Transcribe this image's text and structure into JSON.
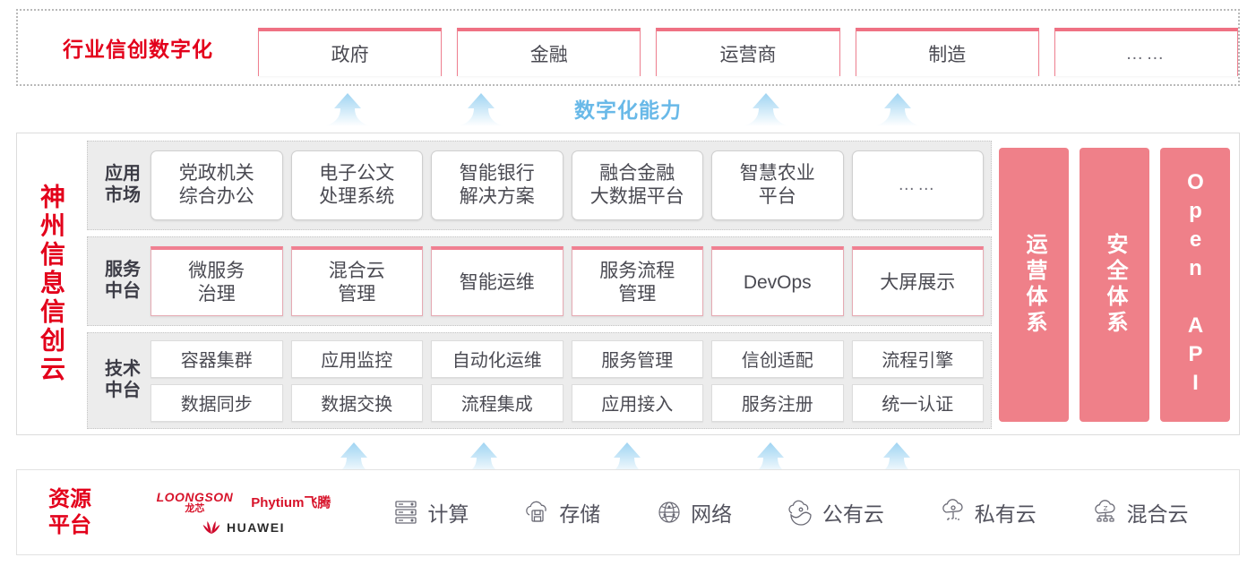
{
  "industry": {
    "title": "行业信创数字化",
    "cards": [
      {
        "label": "政府"
      },
      {
        "label": "金融"
      },
      {
        "label": "运营商"
      },
      {
        "label": "制造"
      },
      {
        "label": "……"
      }
    ]
  },
  "capability": {
    "label": "数字化能力",
    "color": "#69b9e8",
    "arrow_count_top": 4,
    "arrow_count_bottom": 5
  },
  "cloud": {
    "brand": "神州信息信创云",
    "brand_color": "#e3001b",
    "bands": [
      {
        "name": "app-market",
        "label": "应用\n市场",
        "label_line1": "应用",
        "label_line2": "市场",
        "cards": [
          {
            "line1": "党政机关",
            "line2": "综合办公"
          },
          {
            "line1": "电子公文",
            "line2": "处理系统"
          },
          {
            "line1": "智能银行",
            "line2": "解决方案"
          },
          {
            "line1": "融合金融",
            "line2": "大数据平台"
          },
          {
            "line1": "智慧农业",
            "line2": "平台"
          },
          {
            "line1": "……",
            "line2": ""
          }
        ]
      },
      {
        "name": "service-platform",
        "label_line1": "服务",
        "label_line2": "中台",
        "cards": [
          {
            "line1": "微服务",
            "line2": "治理"
          },
          {
            "line1": "混合云",
            "line2": "管理"
          },
          {
            "line1": "智能运维",
            "line2": ""
          },
          {
            "line1": "服务流程",
            "line2": "管理"
          },
          {
            "line1": "DevOps",
            "line2": ""
          },
          {
            "line1": "大屏展示",
            "line2": ""
          }
        ]
      },
      {
        "name": "tech-platform",
        "label_line1": "技术",
        "label_line2": "中台",
        "row1": [
          "容器集群",
          "应用监控",
          "自动化运维",
          "服务管理",
          "信创适配",
          "流程引擎"
        ],
        "row2": [
          "数据同步",
          "数据交换",
          "流程集成",
          "应用接入",
          "服务注册",
          "统一认证"
        ]
      }
    ],
    "side_columns": [
      {
        "label": "运营体系",
        "type": "cn"
      },
      {
        "label": "安全体系",
        "type": "cn"
      },
      {
        "label": "Open API",
        "type": "en"
      }
    ],
    "side_color": "#ef8089"
  },
  "resource": {
    "title_line1": "资源",
    "title_line2": "平台",
    "title_color": "#e3001b",
    "vendors": [
      {
        "name": "LOONGSON",
        "cn": "龙芯"
      },
      {
        "name": "Phytium飞腾"
      },
      {
        "name": "HUAWEI"
      }
    ],
    "items": [
      {
        "icon": "server-icon",
        "label": "计算"
      },
      {
        "icon": "cloud-storage-icon",
        "label": "存储"
      },
      {
        "icon": "network-icon",
        "label": "网络"
      },
      {
        "icon": "public-cloud-icon",
        "label": "公有云"
      },
      {
        "icon": "private-cloud-icon",
        "label": "私有云"
      },
      {
        "icon": "hybrid-cloud-icon",
        "label": "混合云"
      }
    ]
  }
}
